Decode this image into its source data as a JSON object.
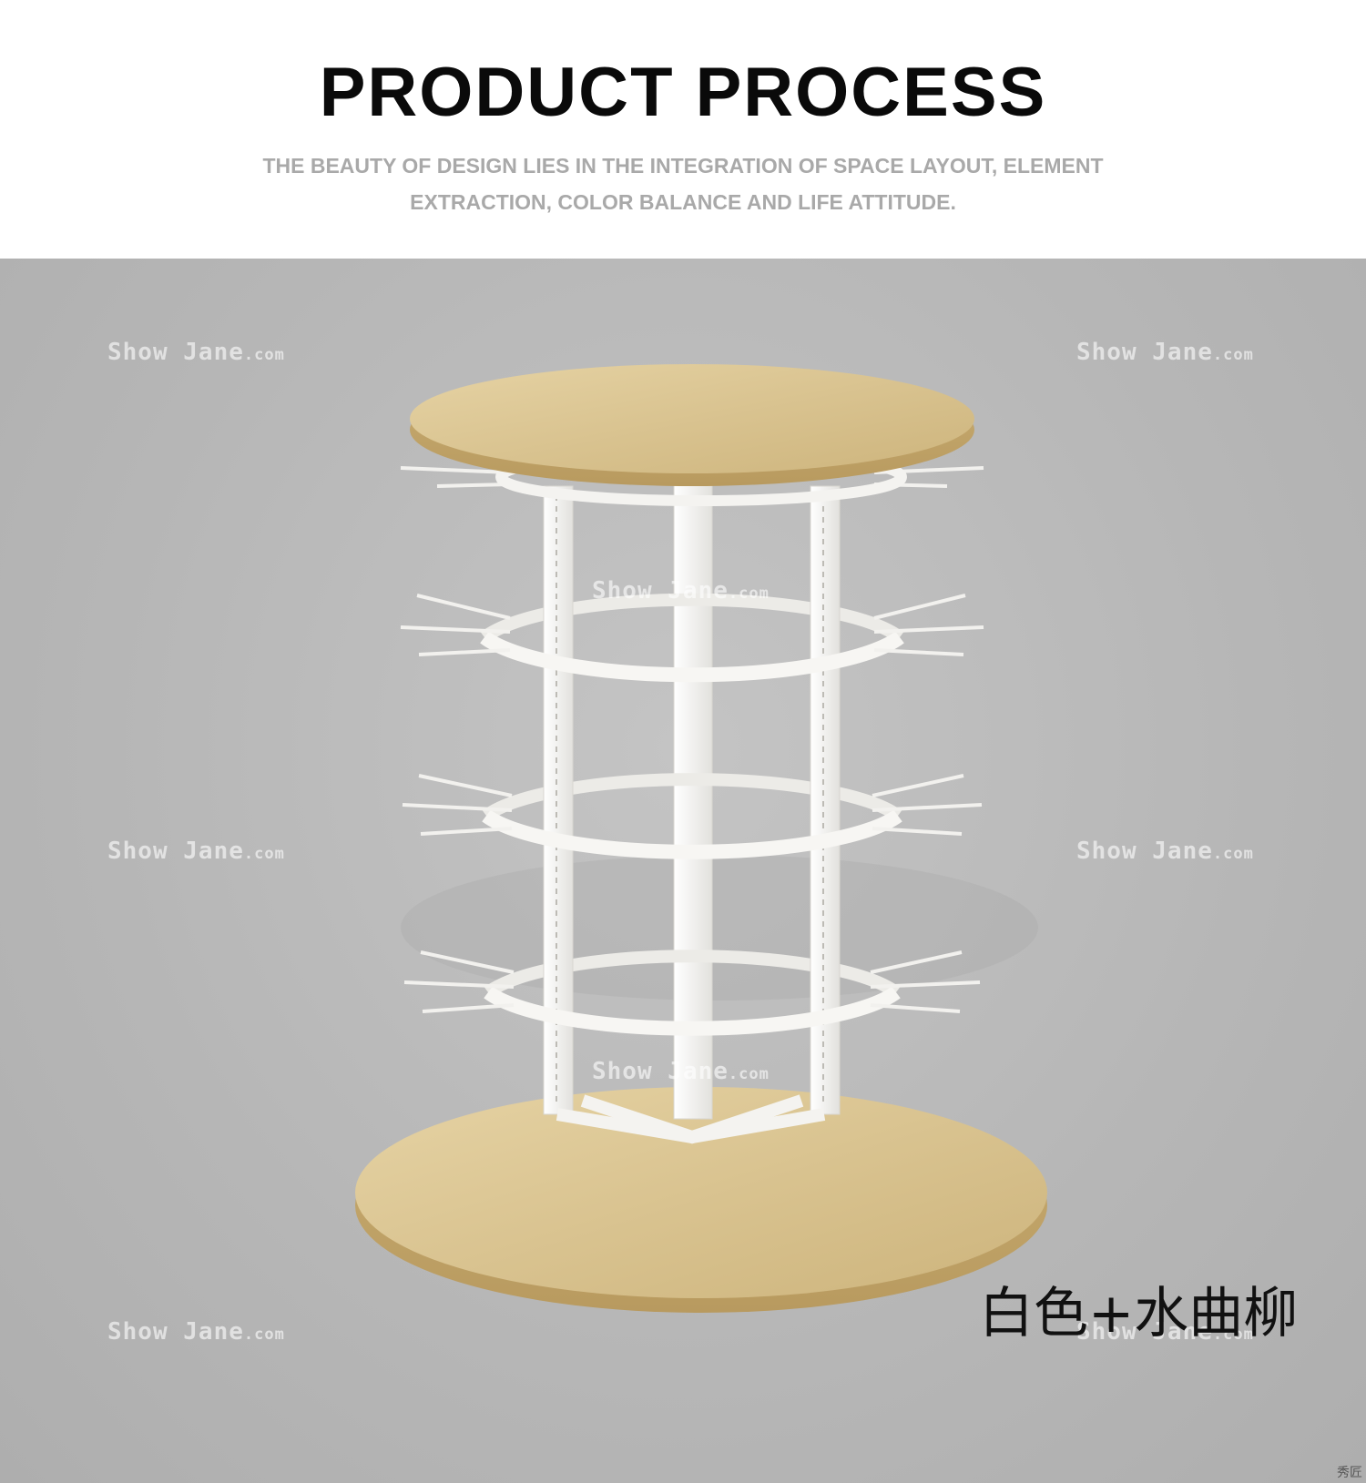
{
  "header": {
    "title": "PRODUCT PROCESS",
    "subtitle_line1": "THE BEAUTY OF DESIGN LIES IN THE INTEGRATION OF SPACE LAYOUT, ELEMENT",
    "subtitle_line2": "EXTRACTION, COLOR BALANCE AND LIFE ATTITUDE."
  },
  "watermark": {
    "brand": "Show Jane",
    "suffix": ".com"
  },
  "product": {
    "caption": "白色+水曲柳",
    "wood_color": "#dcc694",
    "frame_color": "#f4f3f0"
  },
  "corner_mark": "秀匠"
}
